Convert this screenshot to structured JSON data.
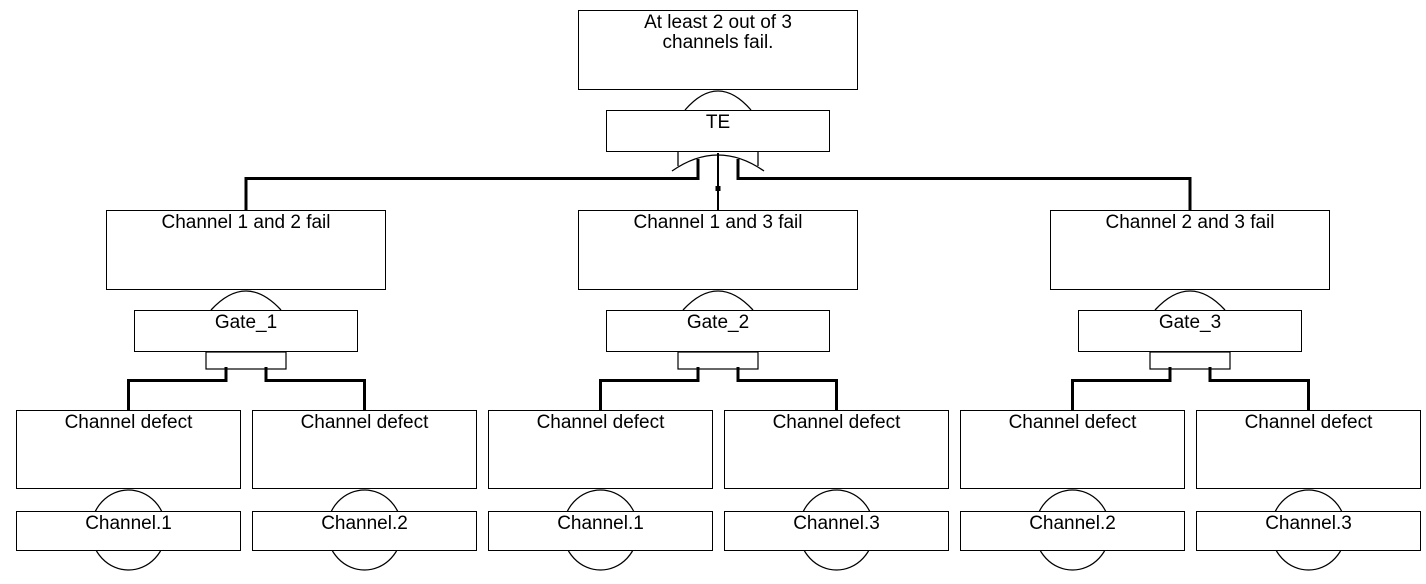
{
  "tree": {
    "top_event": {
      "line1": "At least 2 out of 3",
      "line2": "channels fail."
    },
    "te_gate": {
      "label": "TE"
    },
    "branches": [
      {
        "event": "Channel 1 and 2 fail",
        "gate": "Gate_1",
        "children": [
          {
            "defect": "Channel defect",
            "basic": "Channel.1"
          },
          {
            "defect": "Channel defect",
            "basic": "Channel.2"
          }
        ]
      },
      {
        "event": "Channel 1 and 3 fail",
        "gate": "Gate_2",
        "children": [
          {
            "defect": "Channel defect",
            "basic": "Channel.1"
          },
          {
            "defect": "Channel defect",
            "basic": "Channel.3"
          }
        ]
      },
      {
        "event": "Channel 2 and 3 fail",
        "gate": "Gate_3",
        "children": [
          {
            "defect": "Channel defect",
            "basic": "Channel.2"
          },
          {
            "defect": "Channel defect",
            "basic": "Channel.3"
          }
        ]
      }
    ],
    "colors": {
      "line": "#000000",
      "background": "#ffffff",
      "text": "#000000"
    }
  }
}
